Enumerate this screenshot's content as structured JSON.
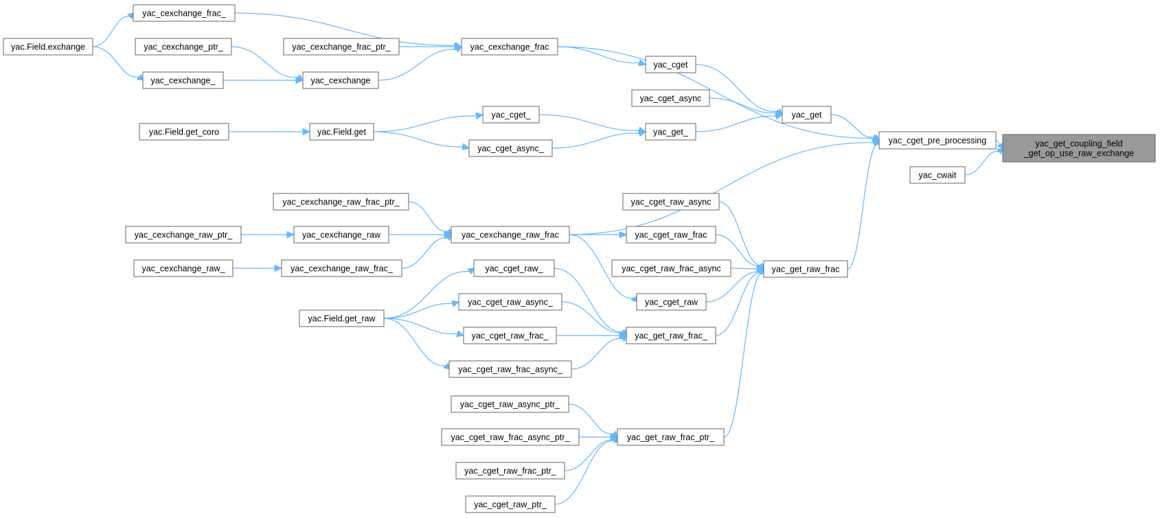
{
  "diagram": {
    "type": "call-graph",
    "colors": {
      "edge": "#63b8ff",
      "node_border": "#666666",
      "root_fill": "#999999",
      "node_fill": "#ffffff"
    },
    "root": "root",
    "nodes": [
      {
        "id": "root",
        "lines": [
          "yac_get_coupling_field",
          "_get_op_use_raw_exchange"
        ]
      },
      {
        "id": "pre",
        "lines": [
          "yac_cget_pre_processing"
        ]
      },
      {
        "id": "cwait",
        "lines": [
          "yac_cwait"
        ]
      },
      {
        "id": "exch_frac",
        "lines": [
          "yac_cexchange_frac"
        ]
      },
      {
        "id": "yac_get",
        "lines": [
          "yac_get"
        ]
      },
      {
        "id": "exch_raw_frac",
        "lines": [
          "yac_cexchange_raw_frac"
        ]
      },
      {
        "id": "get_raw_frac",
        "lines": [
          "yac_get_raw_frac"
        ]
      },
      {
        "id": "exch_frac_",
        "lines": [
          "yac_cexchange_frac_"
        ]
      },
      {
        "id": "exch_frac_ptr",
        "lines": [
          "yac_cexchange_frac_ptr_"
        ]
      },
      {
        "id": "exch",
        "lines": [
          "yac_cexchange"
        ]
      },
      {
        "id": "field_exch",
        "lines": [
          "yac.Field.exchange"
        ]
      },
      {
        "id": "exch_",
        "lines": [
          "yac_cexchange_"
        ]
      },
      {
        "id": "exch_ptr",
        "lines": [
          "yac_cexchange_ptr_"
        ]
      },
      {
        "id": "cget",
        "lines": [
          "yac_cget"
        ]
      },
      {
        "id": "cget_async",
        "lines": [
          "yac_cget_async"
        ]
      },
      {
        "id": "get_",
        "lines": [
          "yac_get_"
        ]
      },
      {
        "id": "cget_",
        "lines": [
          "yac_cget_"
        ]
      },
      {
        "id": "cget_async_",
        "lines": [
          "yac_cget_async_"
        ]
      },
      {
        "id": "field_get",
        "lines": [
          "yac.Field.get"
        ]
      },
      {
        "id": "field_get_coro",
        "lines": [
          "yac.Field.get_coro"
        ]
      },
      {
        "id": "exch_raw_frac_ptr",
        "lines": [
          "yac_cexchange_raw_frac_ptr_"
        ]
      },
      {
        "id": "exch_raw",
        "lines": [
          "yac_cexchange_raw"
        ]
      },
      {
        "id": "exch_raw_frac_",
        "lines": [
          "yac_cexchange_raw_frac_"
        ]
      },
      {
        "id": "exch_raw_ptr",
        "lines": [
          "yac_cexchange_raw_ptr_"
        ]
      },
      {
        "id": "exch_raw_",
        "lines": [
          "yac_cexchange_raw_"
        ]
      },
      {
        "id": "cget_raw_async",
        "lines": [
          "yac_cget_raw_async"
        ]
      },
      {
        "id": "cget_raw_frac",
        "lines": [
          "yac_cget_raw_frac"
        ]
      },
      {
        "id": "cget_raw_frac_async",
        "lines": [
          "yac_cget_raw_frac_async"
        ]
      },
      {
        "id": "cget_raw",
        "lines": [
          "yac_cget_raw"
        ]
      },
      {
        "id": "get_raw_frac_",
        "lines": [
          "yac_get_raw_frac_"
        ]
      },
      {
        "id": "get_raw_frac_ptr",
        "lines": [
          "yac_get_raw_frac_ptr_"
        ]
      },
      {
        "id": "cget_raw_",
        "lines": [
          "yac_cget_raw_"
        ]
      },
      {
        "id": "cget_raw_async_",
        "lines": [
          "yac_cget_raw_async_"
        ]
      },
      {
        "id": "cget_raw_frac_",
        "lines": [
          "yac_cget_raw_frac_"
        ]
      },
      {
        "id": "cget_raw_frac_async_",
        "lines": [
          "yac_cget_raw_frac_async_"
        ]
      },
      {
        "id": "field_get_raw",
        "lines": [
          "yac.Field.get_raw"
        ]
      },
      {
        "id": "cget_raw_async_ptr",
        "lines": [
          "yac_cget_raw_async_ptr_"
        ]
      },
      {
        "id": "cget_raw_frac_async_ptr",
        "lines": [
          "yac_cget_raw_frac_async_ptr_"
        ]
      },
      {
        "id": "cget_raw_frac_ptr",
        "lines": [
          "yac_cget_raw_frac_ptr_"
        ]
      },
      {
        "id": "cget_raw_ptr",
        "lines": [
          "yac_cget_raw_ptr_"
        ]
      }
    ],
    "edges": [
      {
        "from": "pre",
        "to": "root"
      },
      {
        "from": "cwait",
        "to": "root"
      },
      {
        "from": "exch_frac",
        "to": "pre"
      },
      {
        "from": "yac_get",
        "to": "pre"
      },
      {
        "from": "exch_raw_frac",
        "to": "pre"
      },
      {
        "from": "get_raw_frac",
        "to": "pre"
      },
      {
        "from": "exch_frac_",
        "to": "exch_frac"
      },
      {
        "from": "exch_frac_ptr",
        "to": "exch_frac"
      },
      {
        "from": "exch",
        "to": "exch_frac"
      },
      {
        "from": "field_exch",
        "to": "exch_frac_"
      },
      {
        "from": "field_exch",
        "to": "exch_"
      },
      {
        "from": "exch_ptr",
        "to": "exch"
      },
      {
        "from": "exch_",
        "to": "exch"
      },
      {
        "from": "exch_frac",
        "to": "cget"
      },
      {
        "from": "cget",
        "to": "yac_get"
      },
      {
        "from": "cget_async",
        "to": "yac_get"
      },
      {
        "from": "get_",
        "to": "yac_get"
      },
      {
        "from": "cget_",
        "to": "get_"
      },
      {
        "from": "cget_async_",
        "to": "get_"
      },
      {
        "from": "field_get",
        "to": "cget_"
      },
      {
        "from": "field_get",
        "to": "cget_async_"
      },
      {
        "from": "field_get_coro",
        "to": "field_get"
      },
      {
        "from": "exch_raw_frac_ptr",
        "to": "exch_raw_frac"
      },
      {
        "from": "exch_raw",
        "to": "exch_raw_frac"
      },
      {
        "from": "exch_raw_frac_",
        "to": "exch_raw_frac"
      },
      {
        "from": "exch_raw_ptr",
        "to": "exch_raw"
      },
      {
        "from": "exch_raw_",
        "to": "exch_raw_frac_"
      },
      {
        "from": "exch_raw_frac",
        "to": "cget_raw_frac"
      },
      {
        "from": "exch_raw_frac",
        "to": "cget_raw"
      },
      {
        "from": "cget_raw_async",
        "to": "get_raw_frac"
      },
      {
        "from": "cget_raw_frac",
        "to": "get_raw_frac"
      },
      {
        "from": "cget_raw_frac_async",
        "to": "get_raw_frac"
      },
      {
        "from": "cget_raw",
        "to": "get_raw_frac"
      },
      {
        "from": "get_raw_frac_",
        "to": "get_raw_frac"
      },
      {
        "from": "get_raw_frac_ptr",
        "to": "get_raw_frac"
      },
      {
        "from": "cget_raw_",
        "to": "get_raw_frac_"
      },
      {
        "from": "cget_raw_async_",
        "to": "get_raw_frac_"
      },
      {
        "from": "cget_raw_frac_",
        "to": "get_raw_frac_"
      },
      {
        "from": "cget_raw_frac_async_",
        "to": "get_raw_frac_"
      },
      {
        "from": "field_get_raw",
        "to": "cget_raw_"
      },
      {
        "from": "field_get_raw",
        "to": "cget_raw_async_"
      },
      {
        "from": "field_get_raw",
        "to": "cget_raw_frac_"
      },
      {
        "from": "field_get_raw",
        "to": "cget_raw_frac_async_"
      },
      {
        "from": "cget_raw_async_ptr",
        "to": "get_raw_frac_ptr"
      },
      {
        "from": "cget_raw_frac_async_ptr",
        "to": "get_raw_frac_ptr"
      },
      {
        "from": "cget_raw_frac_ptr",
        "to": "get_raw_frac_ptr"
      },
      {
        "from": "cget_raw_ptr",
        "to": "get_raw_frac_ptr"
      }
    ]
  }
}
